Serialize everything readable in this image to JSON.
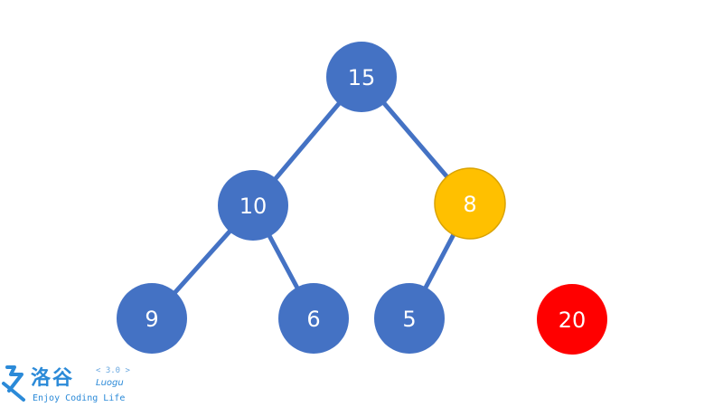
{
  "colors": {
    "node_default": "#4472c4",
    "node_highlight": "#ffc000",
    "node_new": "#ff0000",
    "edge": "#4472c4",
    "label": "#ffffff",
    "watermark": "#2b8ad8"
  },
  "tree": {
    "nodes": [
      {
        "id": "n15",
        "label": "15",
        "state": "default"
      },
      {
        "id": "n10",
        "label": "10",
        "state": "default"
      },
      {
        "id": "n8",
        "label": "8",
        "state": "highlight"
      },
      {
        "id": "n9",
        "label": "9",
        "state": "default"
      },
      {
        "id": "n6",
        "label": "6",
        "state": "default"
      },
      {
        "id": "n5",
        "label": "5",
        "state": "default"
      },
      {
        "id": "n20",
        "label": "20",
        "state": "new"
      }
    ],
    "edges": [
      {
        "from": "n15",
        "to": "n10"
      },
      {
        "from": "n15",
        "to": "n8"
      },
      {
        "from": "n10",
        "to": "n9"
      },
      {
        "from": "n10",
        "to": "n6"
      },
      {
        "from": "n8",
        "to": "n5"
      }
    ]
  },
  "watermark": {
    "logo_text": "洛谷",
    "version": "< 3.0 >",
    "name": "Luogu",
    "tagline": "Enjoy Coding Life",
    "mark_icon": "luogu-mark-icon"
  }
}
